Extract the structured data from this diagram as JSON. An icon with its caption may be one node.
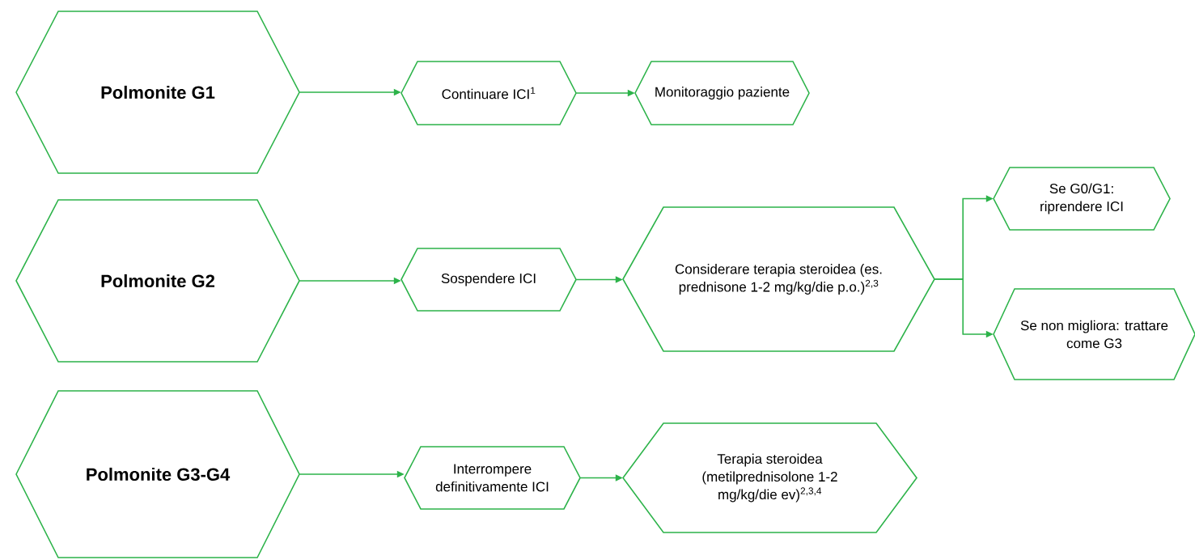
{
  "diagram": {
    "nodes": [
      {
        "text": [
          "Polmonite G1"
        ]
      },
      {
        "text": [
          "Continuare ICI$^{1}$"
        ]
      },
      {
        "text": [
          "Monitoraggio paziente"
        ]
      },
      {
        "text": [
          "Polmonite G2"
        ]
      },
      {
        "text": [
          "Sospendere ICI"
        ]
      },
      {
        "text": [
          "Considerare terapia steroidea (es. prednisone 1-2 mg/kg/die p.o.)$^{2,3}$"
        ]
      },
      {
        "text": [
          "Se G0/G1: riprendere ICI"
        ]
      },
      {
        "text": [
          "Se non migliora: trattare come G3"
        ]
      },
      {
        "text": [
          "Polmonite G3-G4"
        ]
      },
      {
        "text": [
          "Interrompere definitivamente ICI"
        ]
      },
      {
        "text": [
          "Terapia steroidea (metilprednisolone 1-2 mg/kg/die ev)$^{2,3,4}$"
        ]
      }
    ],
    "edges": [
      {
        "from": 0,
        "to": 1,
        "arrow": "to"
      },
      {
        "from": 1,
        "to": 2,
        "arrow": "to"
      },
      {
        "from": 3,
        "to": 4,
        "arrow": "to"
      },
      {
        "from": 4,
        "to": 5,
        "arrow": "to"
      },
      {
        "from": 5,
        "to": 6,
        "arrow": "to"
      },
      {
        "from": 5,
        "to": 7,
        "arrow": "to"
      },
      {
        "from": 8,
        "to": 9,
        "arrow": "to"
      },
      {
        "from": 9,
        "to": 10,
        "arrow": "to"
      }
    ]
  }
}
